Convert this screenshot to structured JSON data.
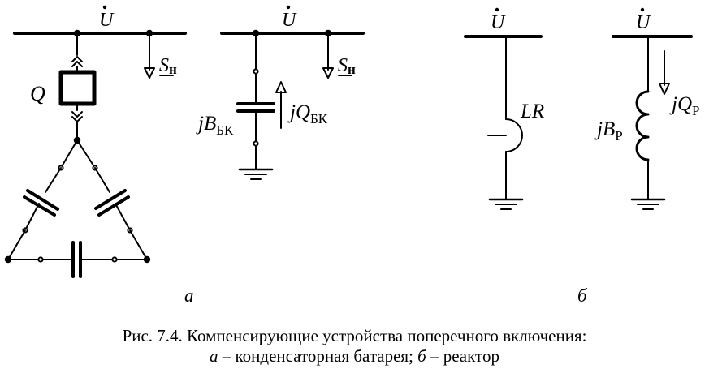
{
  "labels": {
    "bus_voltage": "U",
    "load": "S",
    "load_sub": "н",
    "compensator": "Q",
    "capacitor_susceptance": "jB",
    "capacitor_susceptance_sub": "БК",
    "capacitor_power": "jQ",
    "capacitor_power_sub": "БК",
    "reactor_lr": "LR",
    "reactor_susceptance": "jB",
    "reactor_susceptance_sub": "Р",
    "reactor_power": "jQ",
    "reactor_power_sub": "Р",
    "part_a": "а",
    "part_b": "б"
  },
  "caption": {
    "line1": "Рис. 7.4. Компенсирующие устройства поперечного включения:",
    "line2_a": "а",
    "line2_a_text": " – конденсаторная батарея; ",
    "line2_b": "б",
    "line2_b_text": " – реактор"
  },
  "colors": {
    "ink": "#000000",
    "background": "#ffffff"
  }
}
